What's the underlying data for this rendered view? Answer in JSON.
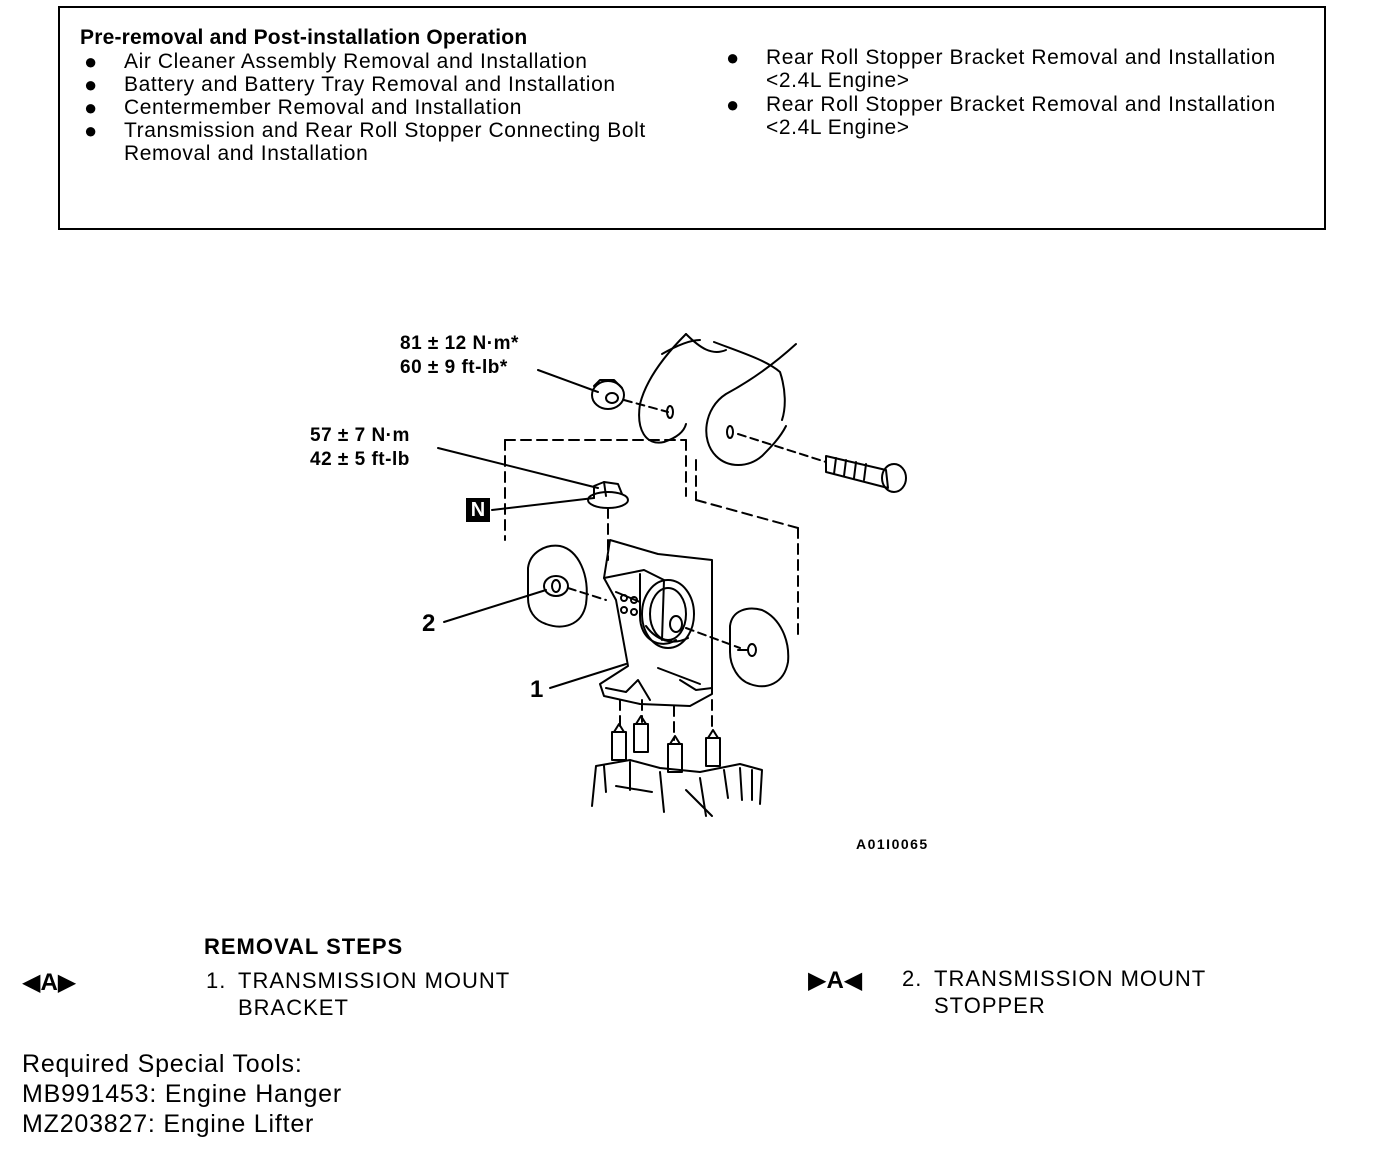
{
  "pre_removal": {
    "title": "Pre-removal and Post-installation Operation",
    "left_items": [
      "Air Cleaner Assembly Removal and Installation",
      "Battery and Battery Tray Removal and Installation",
      "Centermember Removal and Installation",
      "Transmission and Rear Roll Stopper Connecting Bolt Removal and Installation"
    ],
    "right_items": [
      "Rear Roll Stopper Bracket Removal and Installation <2.4L Engine>",
      "Rear Roll Stopper Bracket Removal and Installation <2.4L Engine>"
    ]
  },
  "diagram": {
    "torque_upper_line1": "81 ± 12 N·m*",
    "torque_upper_line2": "60 ± 9 ft-lb*",
    "torque_lower_line1": "57 ± 7 N·m",
    "torque_lower_line2": "42 ± 5 ft-lb",
    "new_part_mark": "N",
    "callout_1": "1",
    "callout_2": "2",
    "figure_code": "A01I0065"
  },
  "removal_steps": {
    "title": "REMOVAL STEPS",
    "step1_mark": "◀A▶",
    "step1_number": "1.",
    "step1_line1": "TRANSMISSION MOUNT",
    "step1_line2": "BRACKET",
    "step2_mark": "▶A◀",
    "step2_number": "2.",
    "step2_line1": "TRANSMISSION MOUNT",
    "step2_line2": "STOPPER"
  },
  "special_tools": {
    "heading": "Required Special Tools:",
    "tool1": "MB991453: Engine Hanger",
    "tool2": "MZ203827: Engine Lifter"
  }
}
